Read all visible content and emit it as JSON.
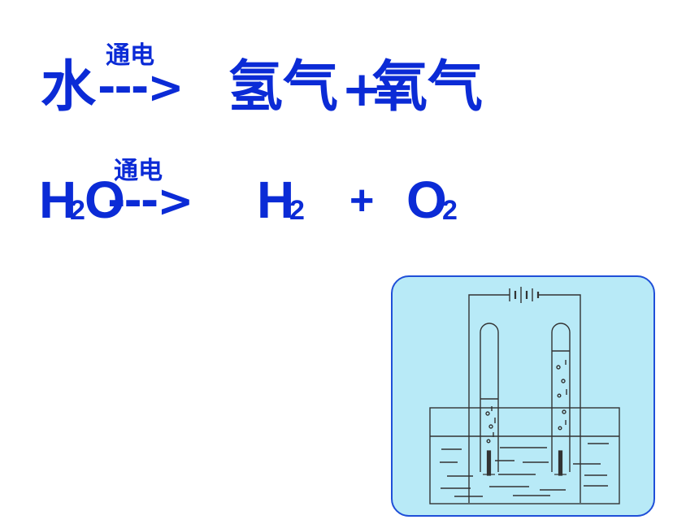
{
  "equations": {
    "word": {
      "reactant": "水",
      "condition": "通电",
      "arrow": "--->",
      "product_1": "氢气",
      "plus": "+",
      "product_2": "氧气"
    },
    "symbol": {
      "reactant_main": "H",
      "reactant_sub": "2",
      "reactant_tail": "O",
      "condition": "通电",
      "arrow": "--->",
      "product_1_main": "H",
      "product_1_sub": "2",
      "plus": "+",
      "product_2_main": "O",
      "product_2_sub": "2"
    }
  },
  "colors": {
    "text": "#0b2bd6",
    "panel_fill": "#b8eaf7",
    "panel_border": "#1f4fd8",
    "line": "#333333"
  },
  "icons": {
    "battery": "battery-icon",
    "tube_left": "test-tube-icon",
    "tube_right": "test-tube-icon",
    "electrode_left": "electrode-icon",
    "electrode_right": "electrode-icon"
  }
}
